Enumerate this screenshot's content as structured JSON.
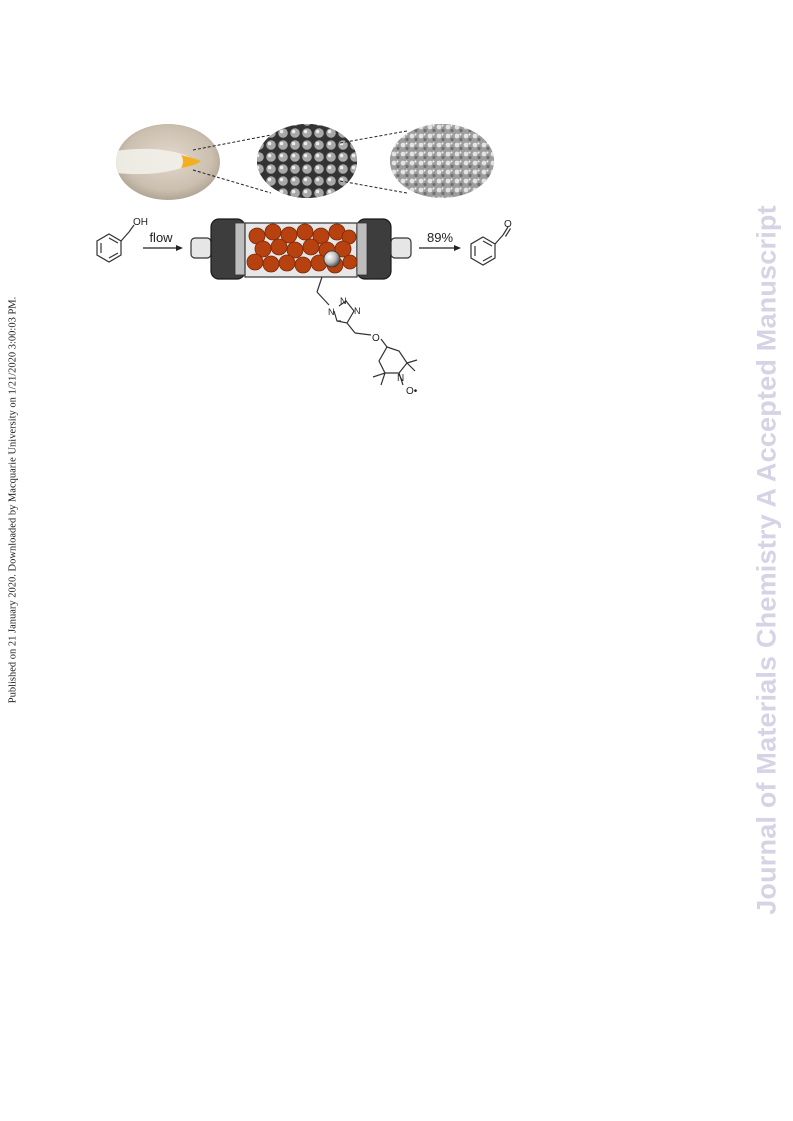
{
  "side_note": "Published on 21 January 2020. Downloaded by Macquarie University on 1/21/2020 3:00:03 PM.",
  "watermark": {
    "text": "Journal of Materials Chemistry A Accepted Manuscript",
    "color": "#d4d4e6"
  },
  "figure": {
    "flow_label": "flow",
    "yield_label": "89%",
    "reactant_group": "OH",
    "product_group": "O",
    "triazole_atoms": [
      "N",
      "N",
      "N"
    ],
    "ether_oxygen": "O",
    "nitroxide_nitrogen": "N",
    "nitroxide_oxygen": "O•",
    "colors": {
      "bead": "#b8420f",
      "bead_dark": "#7a2608",
      "column_cap": "#3d3d3d",
      "droplet_tip": "#f0b020"
    }
  }
}
